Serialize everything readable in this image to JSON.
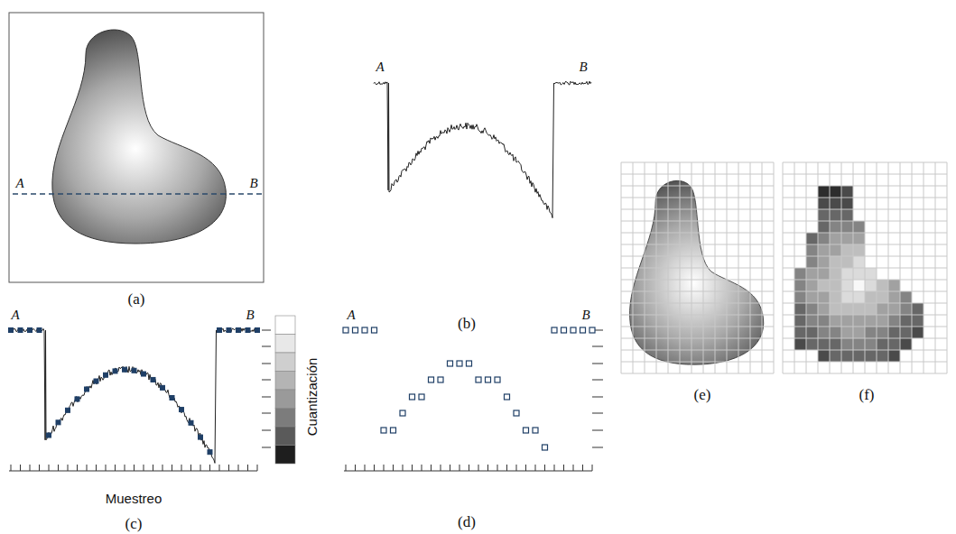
{
  "diagram": {
    "labels": [
      "A",
      "B",
      "(a)",
      "A",
      "B",
      "(b)",
      "A",
      "B",
      "Cuantización",
      "Muestreo",
      "(c)",
      "A",
      "B",
      "(d)",
      "(e)",
      "(f)"
    ]
  }
}
